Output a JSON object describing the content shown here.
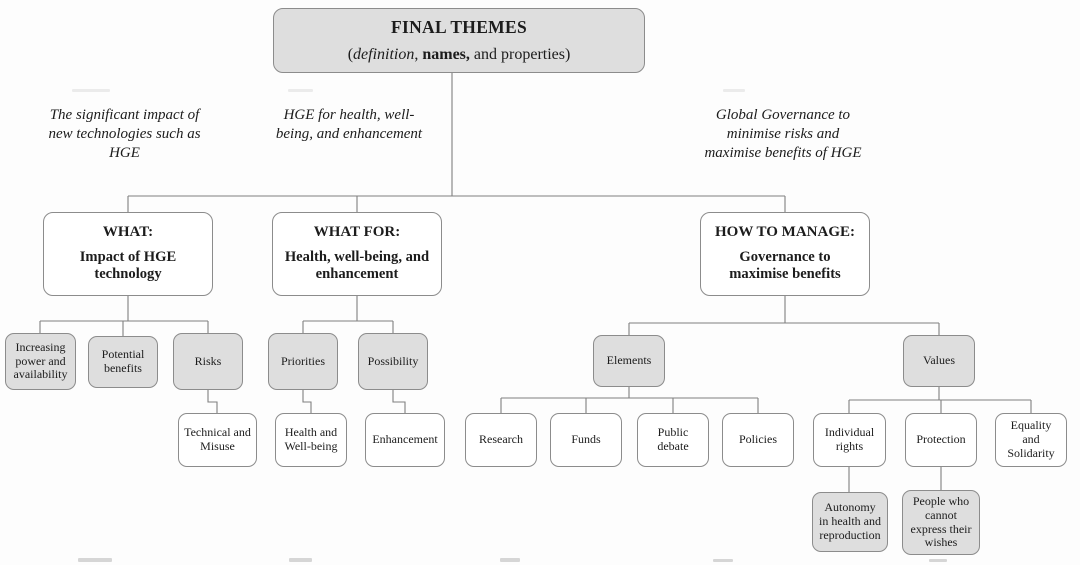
{
  "root": {
    "title": "FINAL THEMES",
    "subtitle_open": "(",
    "subtitle_italic": "definition",
    "subtitle_comma": ", ",
    "subtitle_bold": "names,",
    "subtitle_rest": " and properties)"
  },
  "annotations": {
    "what": "The significant impact of\nnew technologies such as\nHGE",
    "what_for": "HGE for health, well-\nbeing, and enhancement",
    "governance": "Global Governance to\nminimise risks and\nmaximise benefits of HGE"
  },
  "branches": {
    "what": {
      "heading": "WHAT:",
      "body": "Impact of HGE\ntechnology"
    },
    "what_for": {
      "heading": "WHAT FOR:",
      "body": "Health, well-being, and\nenhancement"
    },
    "how": {
      "heading": "HOW TO MANAGE:",
      "body": "Governance to\nmaximise benefits"
    }
  },
  "nodes": {
    "increasing": "Increasing\npower and\navailability",
    "potential": "Potential\nbenefits",
    "risks": "Risks",
    "priorities": "Priorities",
    "possibility": "Possibility",
    "elements": "Elements",
    "values": "Values",
    "technical": "Technical and\nMisuse",
    "health_wellbeing": "Health and\nWell-being",
    "enhancement": "Enhancement",
    "research": "Research",
    "funds": "Funds",
    "public_debate": "Public\ndebate",
    "policies": "Policies",
    "individual_rights": "Individual\nrights",
    "protection": "Protection",
    "equality": "Equality\nand\nSolidarity",
    "autonomy": "Autonomy\nin health and\nreproduction",
    "people_wishes": "People who\ncannot\nexpress their\nwishes"
  },
  "colors": {
    "gray_fill": "#dedede",
    "border": "#8c8c8c",
    "line": "#808080",
    "text": "#1c1c1c"
  }
}
